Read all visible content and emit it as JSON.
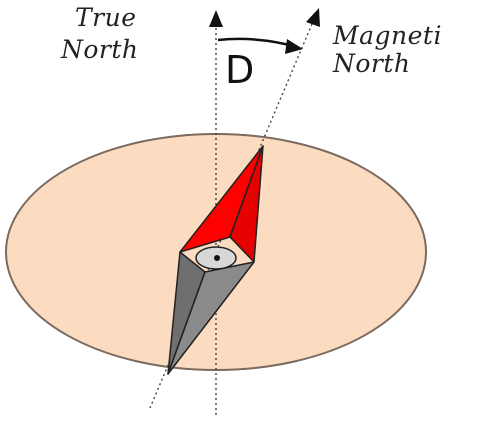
{
  "labels": {
    "true_north_line1": "True",
    "true_north_line2": "North",
    "magnetic_north_line1": "Magneti",
    "magnetic_north_line2": "North",
    "declination": "D"
  },
  "colors": {
    "compass_face": "#fbdcc0",
    "compass_outline": "#7a6a60",
    "needle_north": "#ff0000",
    "needle_south": "#7b7b7b",
    "pivot": "#d8d8d8",
    "reference_lines": "#444444",
    "arrows": "#111111"
  },
  "icons": {
    "compass_needle": "compass-needle-icon",
    "true_north_arrow": "arrow-up-icon",
    "magnetic_north_arrow": "arrow-up-right-icon"
  }
}
